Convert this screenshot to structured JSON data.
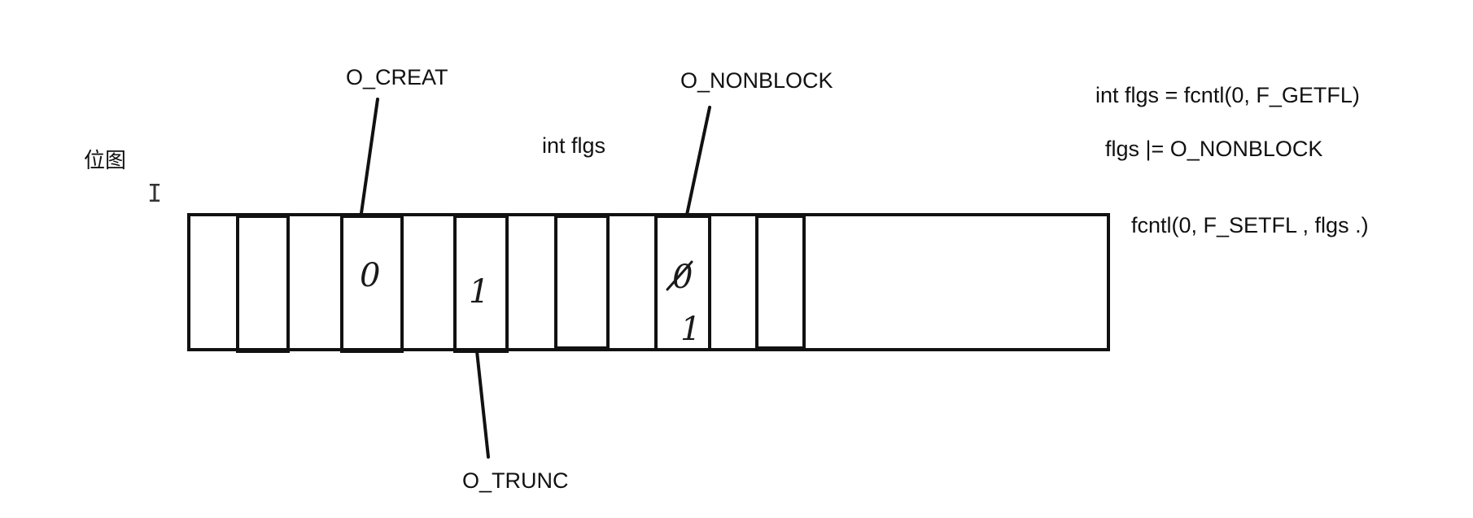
{
  "diagram": {
    "side_label": "位图",
    "cursor_glyph": "I",
    "variable_label": "int  flgs",
    "flag_labels": {
      "creat": "O_CREAT",
      "nonblock": "O_NONBLOCK",
      "trunc": "O_TRUNC"
    },
    "bit_values": {
      "creat_bit": "0",
      "trunc_bit": "1",
      "nonblock_old": "0",
      "nonblock_new": "1"
    },
    "code_lines": [
      "int flgs = fcntl(0, F_GETFL)",
      "flgs |= O_NONBLOCK",
      "fcntl(0, F_SETFL ,  flgs  .)"
    ]
  }
}
